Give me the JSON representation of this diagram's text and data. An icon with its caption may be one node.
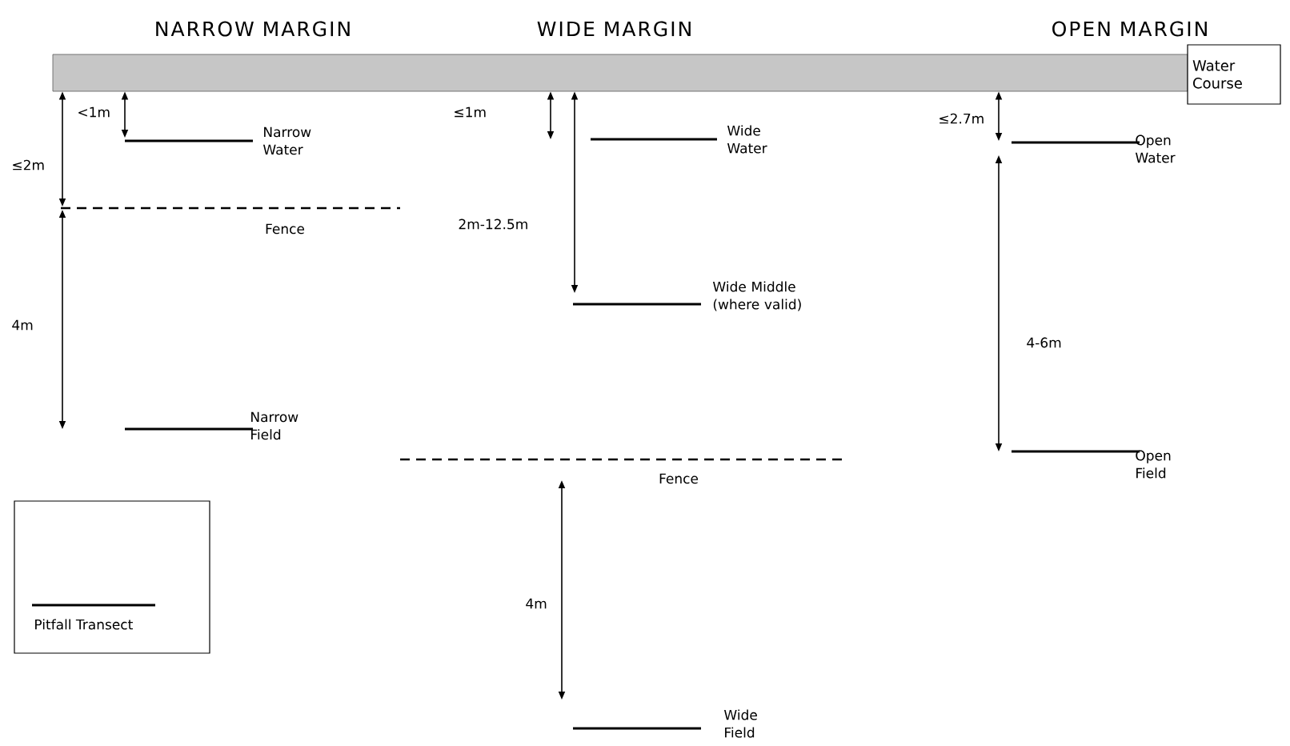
{
  "diagram": {
    "nodes": [
      {
        "text": [],
        "shape": "bar"
      },
      {
        "text": [
          "Water Course"
        ]
      },
      {
        "text": [],
        "shape": "bar",
        "beside": [
          "Narrow Water"
        ]
      },
      {
        "text": [],
        "shape": "line",
        "beside": [
          "Fence"
        ]
      },
      {
        "text": [],
        "shape": "bar",
        "beside": [
          "Narrow Field"
        ]
      },
      {
        "text": [],
        "shape": "bar",
        "beside": [
          "Wide Water"
        ]
      },
      {
        "text": [],
        "shape": "bar",
        "beside": [
          "Wide Middle (where valid)"
        ]
      },
      {
        "text": [],
        "shape": "line",
        "beside": [
          "Fence"
        ]
      },
      {
        "text": [],
        "shape": "bar",
        "beside": [
          "Wide Field"
        ]
      },
      {
        "text": [],
        "shape": "bar",
        "beside": [
          "Open Water"
        ]
      },
      {
        "text": [],
        "shape": "bar",
        "beside": [
          "Open Field"
        ]
      }
    ],
    "edges": [
      {
        "from": 0,
        "to": 2,
        "arrow": "both",
        "label": "<1m"
      },
      {
        "from": 0,
        "to": 3,
        "arrow": "both",
        "label": "≤2m"
      },
      {
        "from": 3,
        "to": 4,
        "arrow": "both",
        "label": "4m"
      },
      {
        "from": 0,
        "to": 5,
        "arrow": "both",
        "label": "≤1m"
      },
      {
        "from": 0,
        "to": 6,
        "arrow": "both",
        "label": "2m-12.5m"
      },
      {
        "from": 7,
        "to": 8,
        "arrow": "both",
        "label": "4m"
      },
      {
        "from": 0,
        "to": 9,
        "arrow": "both",
        "label": "≤2.7m"
      },
      {
        "from": 9,
        "to": 10,
        "arrow": "both",
        "label": "4-6m"
      }
    ],
    "labels": [
      "NARROW MARGIN",
      "WIDE MARGIN",
      "OPEN MARGIN"
    ],
    "legend": [
      {
        "text": "Pitfall Transect"
      }
    ]
  }
}
